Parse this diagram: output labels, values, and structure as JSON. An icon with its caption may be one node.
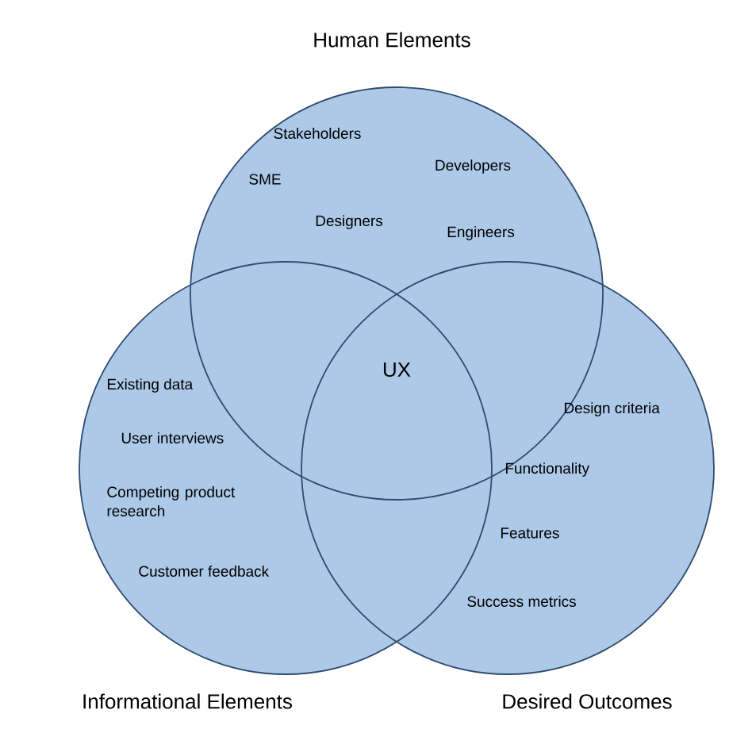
{
  "diagram": {
    "nodes": [
      {
        "text": [
          "Human Elements",
          "Stakeholders",
          "SME",
          "Developers",
          "Designers",
          "Engineers"
        ]
      },
      {
        "text": [
          "Informational Elements",
          "Existing data",
          "User interviews",
          "Competing product research",
          "Customer feedback"
        ]
      },
      {
        "text": [
          "Desired Outcomes",
          "Design criteria",
          "Functionality",
          "Features",
          "Success metrics"
        ]
      }
    ],
    "labels": [
      "UX"
    ]
  }
}
